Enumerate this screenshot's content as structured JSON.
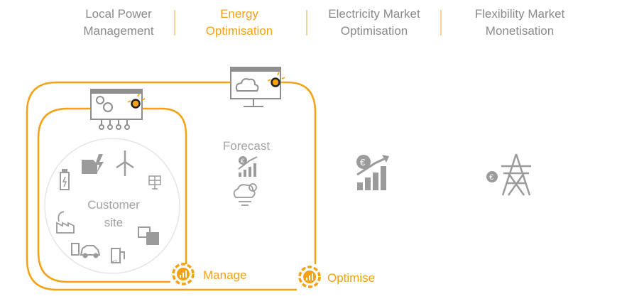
{
  "tabs": [
    {
      "line1": "Local Power",
      "line2": "Management",
      "active": false
    },
    {
      "line1": "Energy",
      "line2": "Optimisation",
      "active": true
    },
    {
      "line1": "Electricity Market",
      "line2": "Optimisation",
      "active": false
    },
    {
      "line1": "Flexibility Market",
      "line2": "Monetisation",
      "active": false
    }
  ],
  "diagram": {
    "customer_site": {
      "line1": "Customer",
      "line2": "site"
    },
    "forecast": {
      "label": "Forecast"
    },
    "manage_loop": {
      "label": "Manage"
    },
    "optimise_loop": {
      "label": "Optimise"
    }
  },
  "colors": {
    "accent": "#f5a114",
    "icon_gray": "#9b9b9b",
    "text_gray": "#8a8a8a"
  },
  "icons": [
    "local-controller-icon",
    "cloud-controller-icon",
    "battery-icon",
    "ev-charger-icon",
    "wind-turbine-icon",
    "solar-panel-icon",
    "factory-icon",
    "heat-pump-icon",
    "electric-car-icon",
    "hydrogen-station-icon",
    "euro-chart-icon",
    "weather-icon",
    "market-chart-icon",
    "power-pylon-icon",
    "gear-chart-icon"
  ]
}
